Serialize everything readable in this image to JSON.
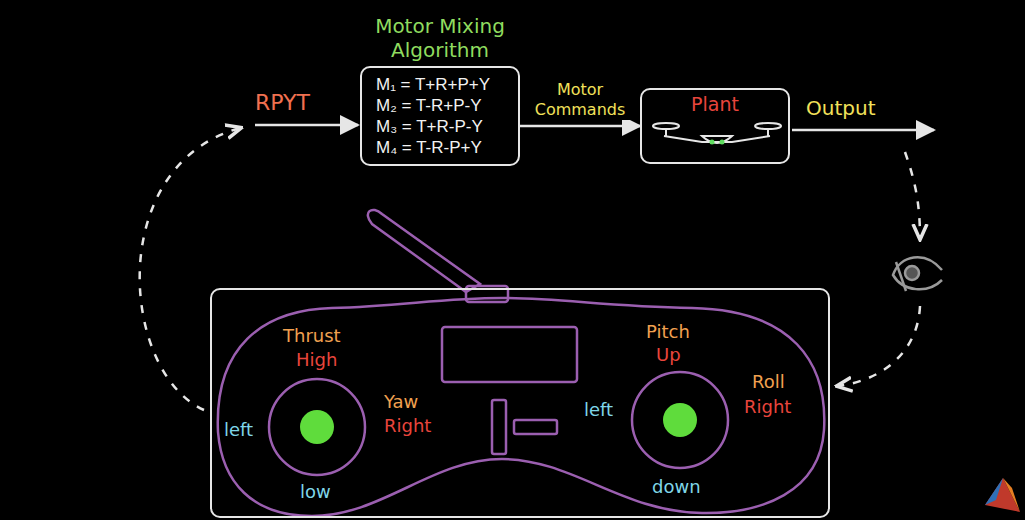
{
  "diagram": {
    "nodes": [
      {
        "text": [
          "Motor Mixing Algorithm",
          "M₁ = T+R+P+Y",
          "M₂ = T-R+P-Y",
          "M₃ = T+R-P-Y",
          "M₄ = T-R-P+Y"
        ]
      },
      {
        "text": [
          "Plant"
        ]
      },
      {
        "text": [
          "Thrust",
          "High",
          "low",
          "left",
          "Yaw",
          "Right",
          "Pitch",
          "Up",
          "down",
          "left",
          "Roll",
          "Right"
        ]
      }
    ],
    "edges": [
      {
        "from": 0,
        "to": 1,
        "arrow": "to",
        "label": "Motor Commands"
      }
    ],
    "labels": [
      "RPYT",
      "Output"
    ]
  }
}
